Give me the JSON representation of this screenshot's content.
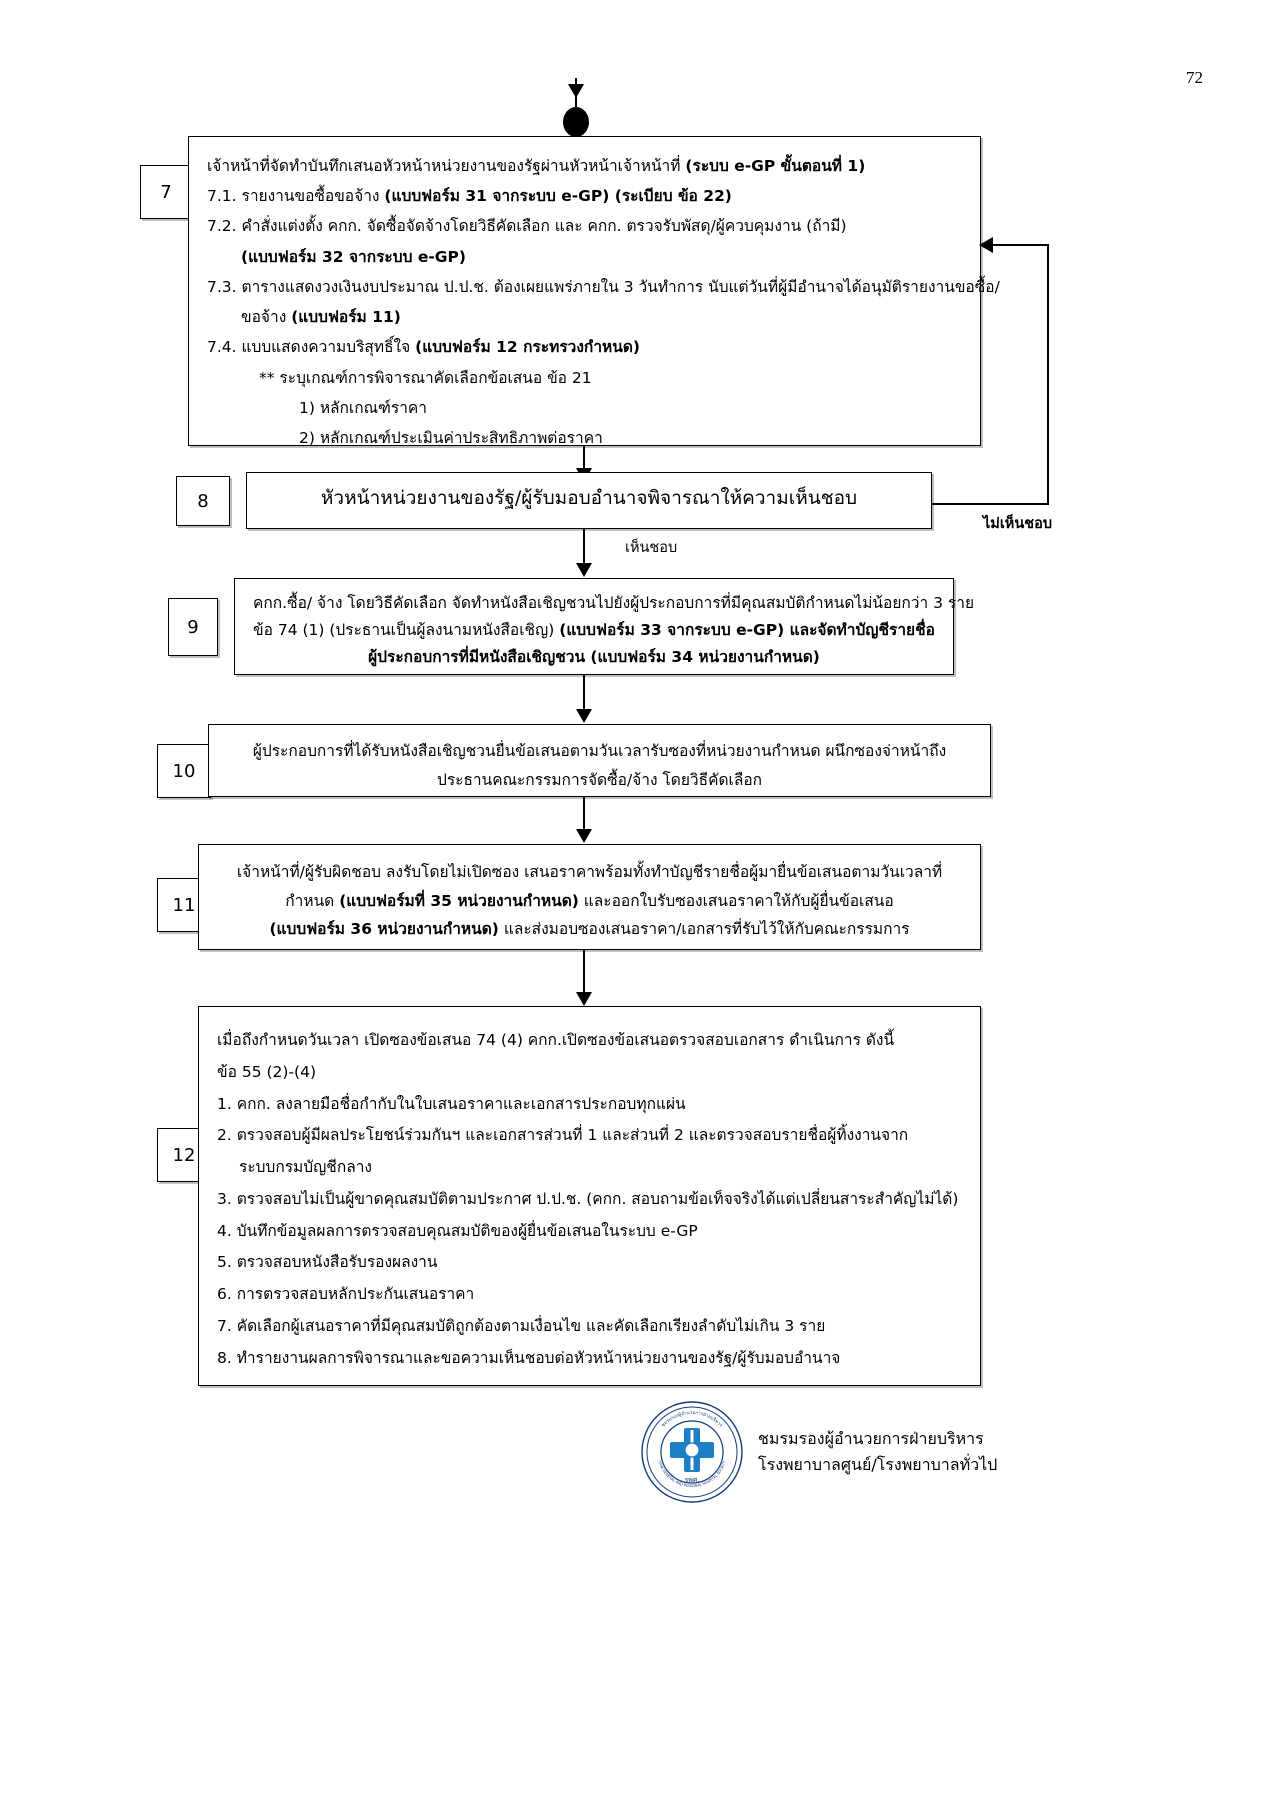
{
  "document": {
    "page_number": "72"
  },
  "steps": [
    {
      "number": "7",
      "lines": [
        {
          "text": "เจ้าหน้าที่จัดทำบันทึกเสนอหัวหน้าหน่วยงานของรัฐผ่านหัวหน้าเจ้าหน้าที่ ",
          "bold_tail": "(ระบบ e-GP ขั้นตอนที่ 1)"
        },
        {
          "text": "7.1. รายงานขอซื้อขอจ้าง ",
          "bold_tail": "(แบบฟอร์ม 31 จากระบบ e-GP) (ระเบียบ ข้อ 22)"
        },
        {
          "text": "7.2. คำสั่งแต่งตั้ง คกก. จัดซื้อจัดจ้างโดยวิธีคัดเลือก และ คกก. ตรวจรับพัสดุ/ผู้ควบคุมงาน (ถ้ามี)"
        },
        {
          "text": "(แบบฟอร์ม 32 จากระบบ e-GP)"
        },
        {
          "text": "7.3. ตารางแสดงวงเงินงบประมาณ ป.ป.ช. ต้องเผยแพร่ภายใน 3 วันทำการ นับแต่วันที่ผู้มีอำนาจได้อนุมัติรายงานขอซื้อ/"
        },
        {
          "text": "ขอจ้าง  ",
          "bold_tail": "(แบบฟอร์ม 11)"
        },
        {
          "text": "7.4. แบบแสดงความบริสุทธิ์ใจ ",
          "bold_tail": "(แบบฟอร์ม 12 กระทรวงกำหนด)"
        },
        {
          "text": "**  ระบุเกณฑ์การพิจารณาคัดเลือกข้อเสนอ ข้อ 21"
        },
        {
          "text": "1) หลักเกณฑ์ราคา"
        },
        {
          "text": "2) หลักเกณฑ์ประเมินค่าประสิทธิภาพต่อราคา"
        }
      ]
    },
    {
      "number": "8",
      "lines": [
        {
          "text": "หัวหน้าหน่วยงานของรัฐ/ผู้รับมอบอำนาจพิจารณาให้ความเห็นชอบ"
        }
      ]
    },
    {
      "number": "9",
      "lines": [
        {
          "text": "คกก.ซื้อ/ จ้าง โดยวิธีคัดเลือก จัดทำหนังสือเชิญชวนไปยังผู้ประกอบการที่มีคุณสมบัติกำหนดไม่น้อยกว่า 3 ราย"
        },
        {
          "text": "ข้อ 74 (1) (ประธานเป็นผู้ลงนามหนังสือเชิญ) ",
          "bold_tail": "(แบบฟอร์ม 33 จากระบบ e-GP) และจัดทำบัญชีรายชื่อ"
        },
        {
          "text": "",
          "bold_tail": "ผู้ประกอบการที่มีหนังสือเชิญชวน (แบบฟอร์ม 34 หน่วยงานกำหนด)"
        }
      ]
    },
    {
      "number": "10",
      "lines": [
        {
          "text": "ผู้ประกอบการที่ได้รับหนังสือเชิญชวนยื่นข้อเสนอตามวันเวลารับซองที่หน่วยงานกำหนด ผนึกซองจ่าหน้าถึง"
        },
        {
          "text": "ประธานคณะกรรมการจัดซื้อ/จ้าง โดยวิธีคัดเลือก"
        }
      ]
    },
    {
      "number": "11",
      "lines": [
        {
          "text": "เจ้าหน้าที่/ผู้รับผิดชอบ ลงรับโดยไม่เปิดซอง เสนอราคาพร้อมทั้งทำบัญชีรายชื่อผู้มายื่นข้อเสนอตามวันเวลาที่"
        },
        {
          "text": "กำหนด ",
          "bold_tail": "(แบบฟอร์มที่ 35 หน่วยงานกำหนด)",
          "tail": " และออกใบรับซองเสนอราคาให้กับผู้ยื่นข้อเสนอ"
        },
        {
          "text": "",
          "bold_tail": "(แบบฟอร์ม 36 หน่วยงานกำหนด)",
          "tail": " และส่งมอบซองเสนอราคา/เอกสารที่รับไว้ให้กับคณะกรรมการ"
        }
      ]
    },
    {
      "number": "12",
      "lines": [
        {
          "text": "เมื่อถึงกำหนดวันเวลา เปิดซองข้อเสนอ 74 (4) คกก.เปิดซองข้อเสนอตรวจสอบเอกสาร ดำเนินการ ดังนี้"
        },
        {
          "text": "ข้อ 55 (2)-(4)"
        },
        {
          "text": "1. คกก. ลงลายมือชื่อกำกับในใบเสนอราคาและเอกสารประกอบทุกแผ่น"
        },
        {
          "text": "2. ตรวจสอบผู้มีผลประโยชน์ร่วมกันฯ และเอกสารส่วนที่ 1 และส่วนที่ 2 และตรวจสอบรายชื่อผู้ทิ้งงานจาก"
        },
        {
          "text": "ระบบกรมบัญชีกลาง"
        },
        {
          "text": "3. ตรวจสอบไม่เป็นผู้ขาดคุณสมบัติตามประกาศ ป.ป.ช. (คกก. สอบถามข้อเท็จจริงได้แต่เปลี่ยนสาระสำคัญไม่ได้)"
        },
        {
          "text": "4. บันทึกข้อมูลผลการตรวจสอบคุณสมบัติของผู้ยื่นข้อเสนอในระบบ e-GP"
        },
        {
          "text": "5. ตรวจสอบหนังสือรับรองผลงาน"
        },
        {
          "text": "6. การตรวจสอบหลักประกันเสนอราคา"
        },
        {
          "text": "7. คัดเลือกผู้เสนอราคาที่มีคุณสมบัติถูกต้องตามเงื่อนไข และคัดเลือกเรียงลำดับไม่เกิน 3 ราย"
        },
        {
          "text": "8. ทำรายงานผลการพิจารณาและขอความเห็นชอบต่อหัวหน้าหน่วยงานของรัฐ/ผู้รับมอบอำนาจ"
        }
      ]
    }
  ],
  "edge_labels": {
    "approve": "เห็นชอบ",
    "reject": "ไม่เห็นชอบ"
  },
  "footer": {
    "seal_text_top": "ชมรมรองผู้อำนวยการฝ่ายบริหาร",
    "seal_text_bottom": "โรงพยาบาลศูนย์/โรงพยาบาลทั่วไป",
    "seal_color_outer": "#123a7a",
    "seal_color_cross": "#1d7fc4",
    "seal_label": "รพศ.",
    "seal_arc_top": "ชมรมรองผู้อำนวยการฝ่ายบริหาร",
    "seal_arc_bottom": "THAI GENERAL AND REGIONAL HOSPITAL SOCIETY"
  }
}
